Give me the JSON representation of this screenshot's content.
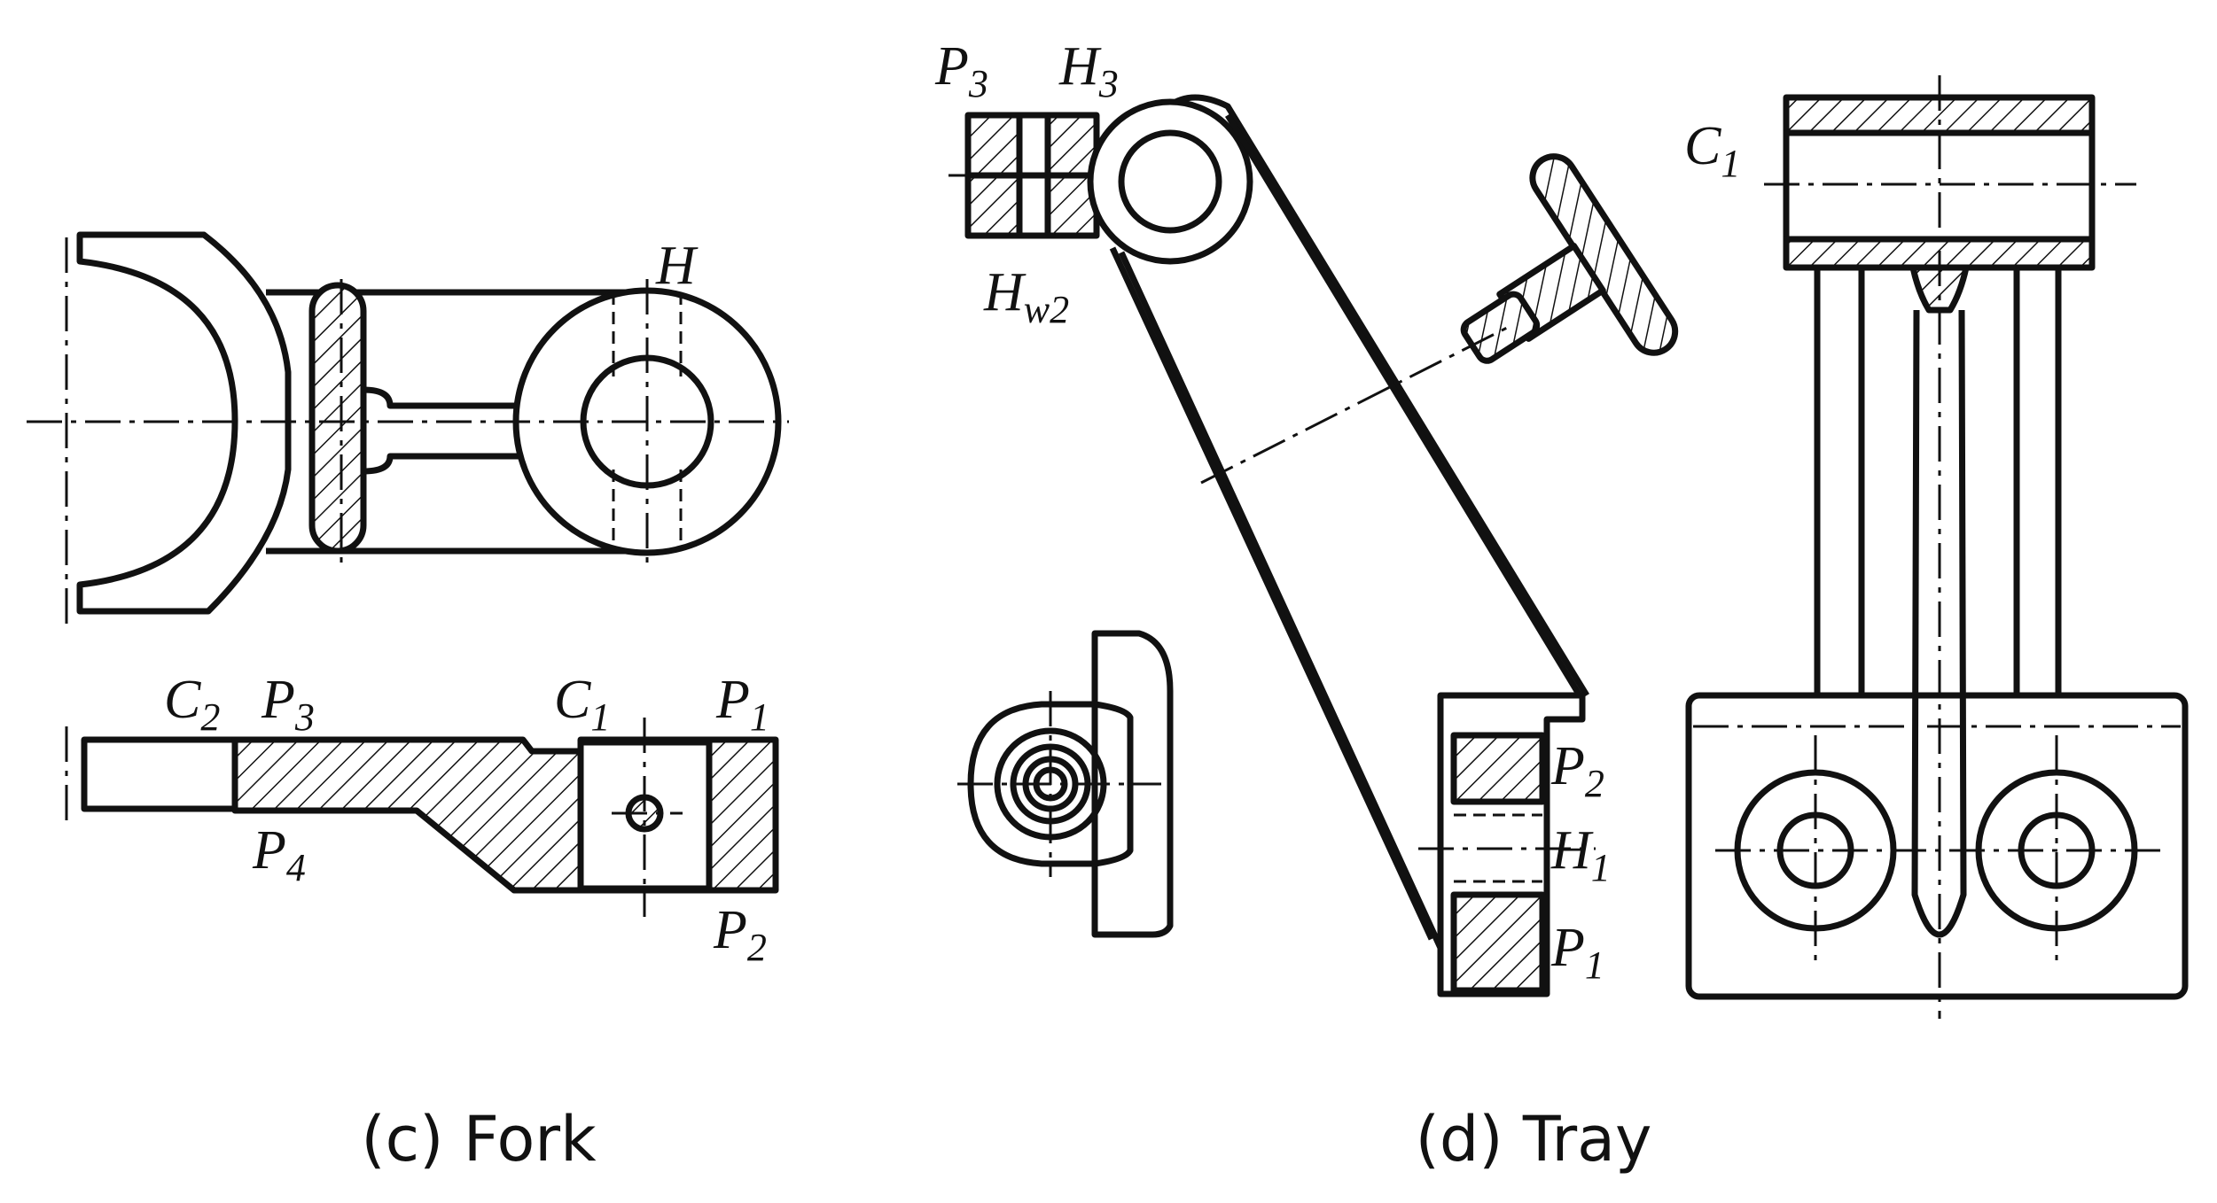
{
  "fork": {
    "caption": "(c) Fork",
    "labels": {
      "H": "H",
      "C2": "C",
      "C2_sub": "2",
      "P3": "P",
      "P3_sub": "3",
      "C1": "C",
      "C1_sub": "1",
      "P1": "P",
      "P1_sub": "1",
      "P4": "P",
      "P4_sub": "4",
      "P2": "P",
      "P2_sub": "2"
    }
  },
  "tray": {
    "caption": "(d) Tray",
    "labels": {
      "P3": "P",
      "P3_sub": "3",
      "H3": "H",
      "H3_sub": "3",
      "Hw2": "H",
      "Hw2_sub": "w2",
      "C1": "C",
      "C1_sub": "1",
      "P2": "P",
      "P2_sub": "2",
      "H1": "H",
      "H1_sub": "1",
      "P1": "P",
      "P1_sub": "1"
    }
  }
}
